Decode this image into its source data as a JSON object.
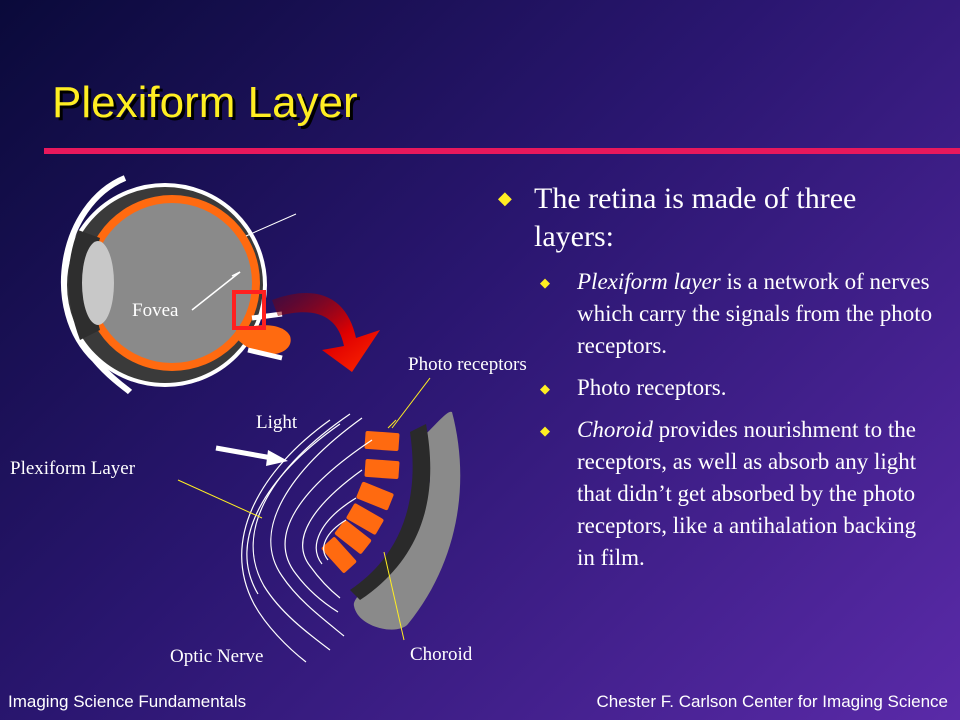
{
  "title": "Plexiform Layer",
  "diagram": {
    "labels": {
      "fovea": "Fovea",
      "photo_receptors": "Photo receptors",
      "light": "Light",
      "plexiform_layer": "Plexiform Layer",
      "optic_nerve": "Optic Nerve",
      "choroid": "Choroid"
    }
  },
  "bullets": {
    "main": "The retina is made of three layers:",
    "items": [
      {
        "lead": "Plexiform layer",
        "rest": " is a network of nerves which carry the signals from the photo receptors."
      },
      {
        "lead": "",
        "rest": "Photo receptors."
      },
      {
        "lead": "Choroid",
        "rest": " provides nourishment to the receptors, as well as absorb any light that didn’t get absorbed by the photo receptors, like a antihalation backing in film."
      }
    ]
  },
  "footer": {
    "left": "Imaging Science Fundamentals",
    "right": "Chester F. Carlson Center for Imaging Science"
  },
  "colors": {
    "title": "#ffee22",
    "accent_rule": "#e8185c",
    "receptor": "#ff6a1a",
    "retina": "#ff6a10"
  }
}
